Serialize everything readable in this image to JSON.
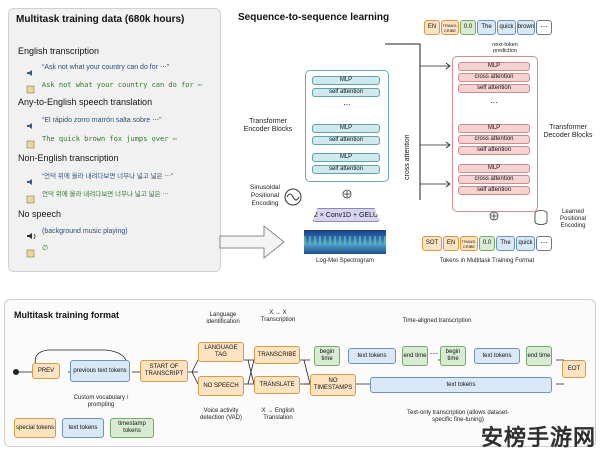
{
  "left_panel": {
    "title": "Multitask training data (680k hours)",
    "sections": [
      {
        "heading": "English transcription",
        "lines": [
          "“Ask not what your country can do for ⋯”",
          "Ask not what your country can do for ⋯"
        ]
      },
      {
        "heading": "Any-to-English speech translation",
        "lines": [
          "“El rápido zorro marrón salta sobre ⋯”",
          "The quick brown fox jumps over ⋯"
        ]
      },
      {
        "heading": "Non-English transcription",
        "lines": [
          "“언덕 위에 올라 내려다보면 너무나 넓고 넓은 ⋯”",
          "언덕 위에 올라 내려다보면 너무나 넓고 넓은 ⋯"
        ]
      },
      {
        "heading": "No speech",
        "lines": [
          "(background music playing)",
          "∅"
        ]
      }
    ]
  },
  "architecture": {
    "title": "Sequence-to-sequence learning",
    "encoder_label": "Transformer Encoder Blocks",
    "decoder_label": "Transformer Decoder Blocks",
    "block_labels": {
      "mlp": "MLP",
      "self_attention": "self attention",
      "cross_attention": "cross attention"
    },
    "cross_attention_vertical": "cross attention",
    "positional_encoding": "Sinusoidal Positional Encoding",
    "learned_positional": "Learned Positional Encoding",
    "conv": "2 × Conv1D + GELU",
    "spectrogram": "Log-Mel Spectrogram",
    "output_tokens": [
      "EN",
      "TRANS-CRIBE",
      "0.0",
      "The",
      "quick",
      "brown",
      "⋯"
    ],
    "next_token": "next-token prediction",
    "input_tokens": [
      "SOT",
      "EN",
      "TRANS-CRIBE",
      "0.0",
      "The",
      "quick",
      "⋯"
    ],
    "tokens_caption": "Tokens in Multitask Training Format"
  },
  "format": {
    "title": "Multitask training format",
    "prev": "PREV",
    "previous_text_tokens": "previous text tokens",
    "custom_vocab": "Custom vocabulary / prompting",
    "start": "START OF TRANSCRIPT",
    "language_tag": "LANGUAGE TAG",
    "language_identification": "Language identification",
    "no_speech": "NO SPEECH",
    "voice_activity": "Voice activity detection (VAD)",
    "transcribe": "TRANSCRIBE",
    "x_to_x": "X → X Transcription",
    "translate": "TRANSLATE",
    "x_to_english": "X → English Translation",
    "no_timestamps": "NO TIMESTAMPS",
    "time_aligned": "Time-aligned transcription",
    "begin_time": "begin time",
    "end_time": "end time",
    "text_tokens": "text tokens",
    "ellipsis": "⋯",
    "text_only": "Text-only transcription (allows dataset-specific fine-tuning)",
    "eot": "EOT",
    "legend": [
      "special tokens",
      "text tokens",
      "timestamp tokens"
    ]
  },
  "watermark": "安榜手游网"
}
